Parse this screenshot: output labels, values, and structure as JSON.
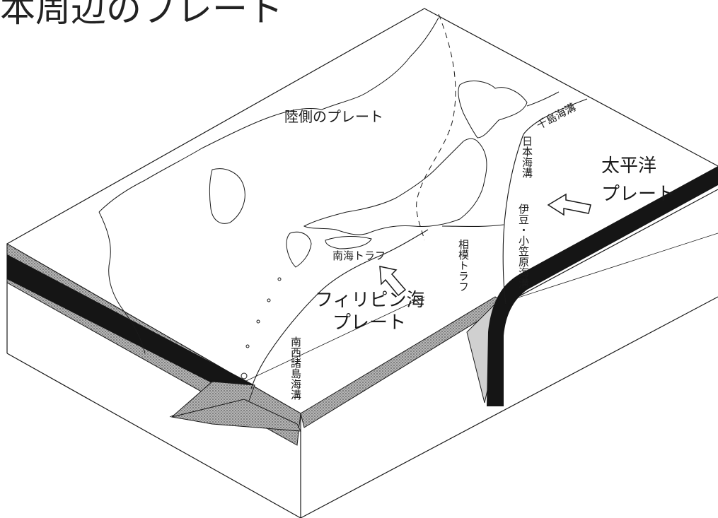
{
  "title": "本周辺のプレート",
  "labels": {
    "continental_plate": "陸側のプレート",
    "kuril_trench": "千島海溝",
    "japan_trench": "日本海溝",
    "izu_bonin_trench": "伊豆・小笠原海溝",
    "pacific_plate_line1": "太平洋",
    "pacific_plate_line2": "プレート",
    "nankai_trough": "南海トラフ",
    "sagami_trough": "相模トラフ",
    "philippine_plate_line1": "フィリピン海",
    "philippine_plate_line2": "プレート",
    "nansei_trench": "南西諸島海溝"
  },
  "colors": {
    "ink": "#1a1a1a",
    "slab_dark": "#151515",
    "slab_stipple": "#8a8a8a",
    "paper": "#ffffff"
  },
  "icons": {
    "pacific_arrow": "outline-arrow-left",
    "philippine_arrow": "outline-arrow-up-left"
  }
}
